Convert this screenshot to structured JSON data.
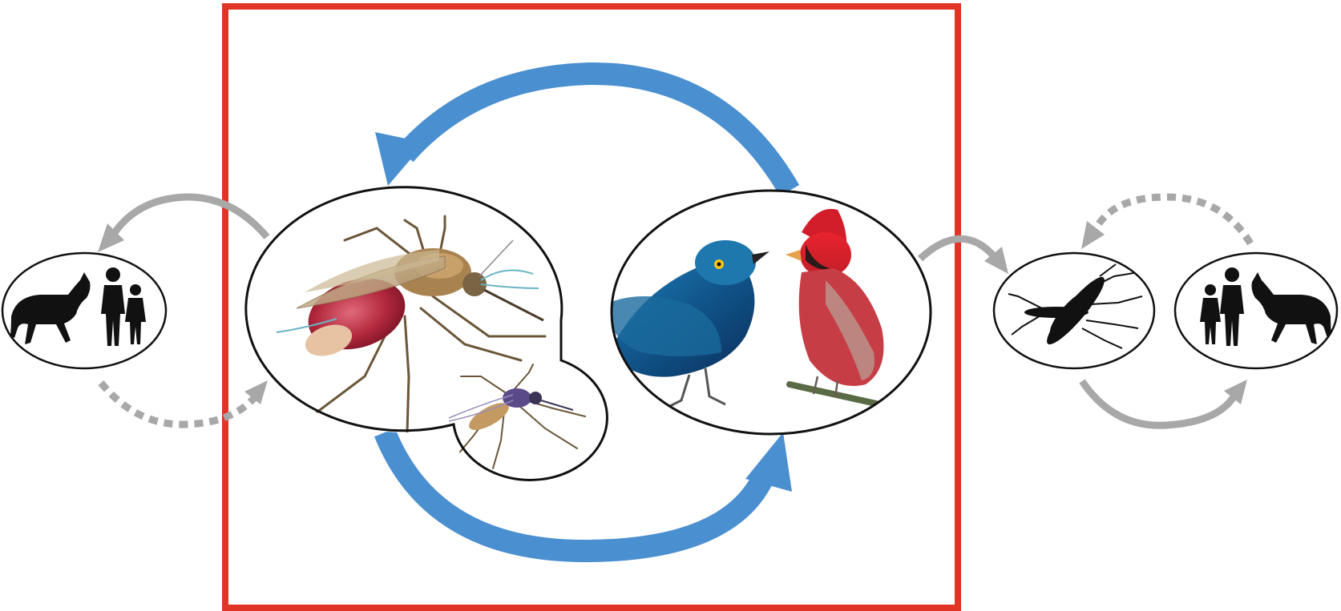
{
  "diagram": {
    "colors": {
      "frame": "#e03426",
      "enzootic_arrow": "#4a8fd0",
      "spillover_arrow": "#a8a8a8",
      "outline": "#111111",
      "silhouette": "#111111",
      "background": "#ffffff"
    },
    "enzootic_cycle": {
      "vectors": [
        "engorged-mosquito",
        "small-mosquito"
      ],
      "hosts": [
        "blue-starling",
        "red-cardinal"
      ],
      "arrows": [
        "mosquito-to-birds",
        "birds-to-mosquito"
      ]
    },
    "left_spillover": {
      "hosts": [
        "horse-icon",
        "adult-icon",
        "child-icon"
      ],
      "arrows": [
        "solid-to-hosts",
        "dashed-return"
      ]
    },
    "right_cycle": {
      "vector": "mosquito-icon",
      "hosts": [
        "adult-icon",
        "child-icon",
        "horse-icon"
      ],
      "arrows": [
        "birds-to-vector",
        "vector-to-hosts",
        "dashed-hosts-to-vector"
      ]
    }
  }
}
